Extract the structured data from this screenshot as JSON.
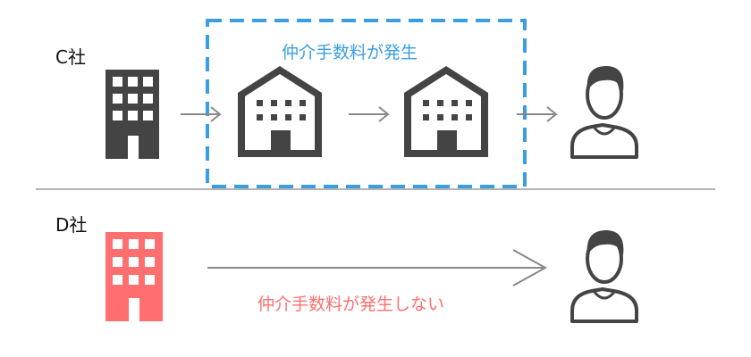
{
  "row_c": {
    "company_label": "C社",
    "fee_label": "仲介手数料が発生",
    "company_icon": "office-building-icon",
    "agency_icons": [
      "agency-house-icon",
      "agency-house-icon"
    ],
    "person_icon": "person-icon"
  },
  "row_d": {
    "company_label": "D社",
    "fee_label": "仲介手数料が発生しない",
    "company_icon": "office-building-icon",
    "person_icon": "person-icon"
  },
  "colors": {
    "row_c_building": "#444444",
    "row_d_building": "#ff6f6f",
    "fee_box_border": "#3a9ee4",
    "fee_label_c": "#3a9ee4",
    "fee_label_d": "#ff6f6f",
    "arrow": "#888888",
    "divider": "#999999"
  }
}
